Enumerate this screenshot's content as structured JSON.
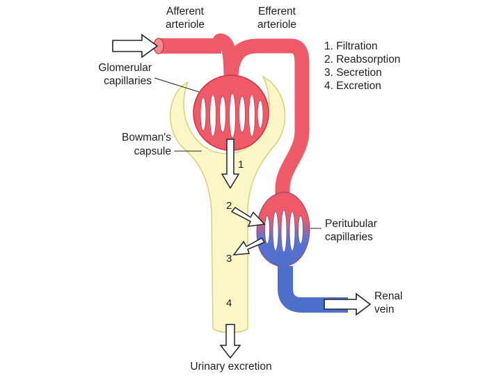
{
  "labels": {
    "afferent_line1": "Afferent",
    "afferent_line2": "arteriole",
    "efferent_line1": "Efferent",
    "efferent_line2": "arteriole",
    "glomerular_line1": "Glomerular",
    "glomerular_line2": "capillaries",
    "bowman_line1": "Bowman's",
    "bowman_line2": "capsule",
    "peritubular_line1": "Peritubular",
    "peritubular_line2": "capillaries",
    "renal_line1": "Renal",
    "renal_line2": "vein",
    "urinary": "Urinary excretion"
  },
  "processes": [
    "1. Filtration",
    "2. Reabsorption",
    "3. Secretion",
    "4. Excretion"
  ],
  "step_numbers": [
    "1",
    "2",
    "3",
    "4"
  ],
  "colors": {
    "arterial_red": "#ef5a68",
    "arterial_stroke": "#d0303f",
    "venous_blue": "#4f6fcc",
    "venous_stroke": "#2f4ea8",
    "capsule_fill": "#fbf6c6",
    "capsule_stroke": "#d8cf7a"
  }
}
